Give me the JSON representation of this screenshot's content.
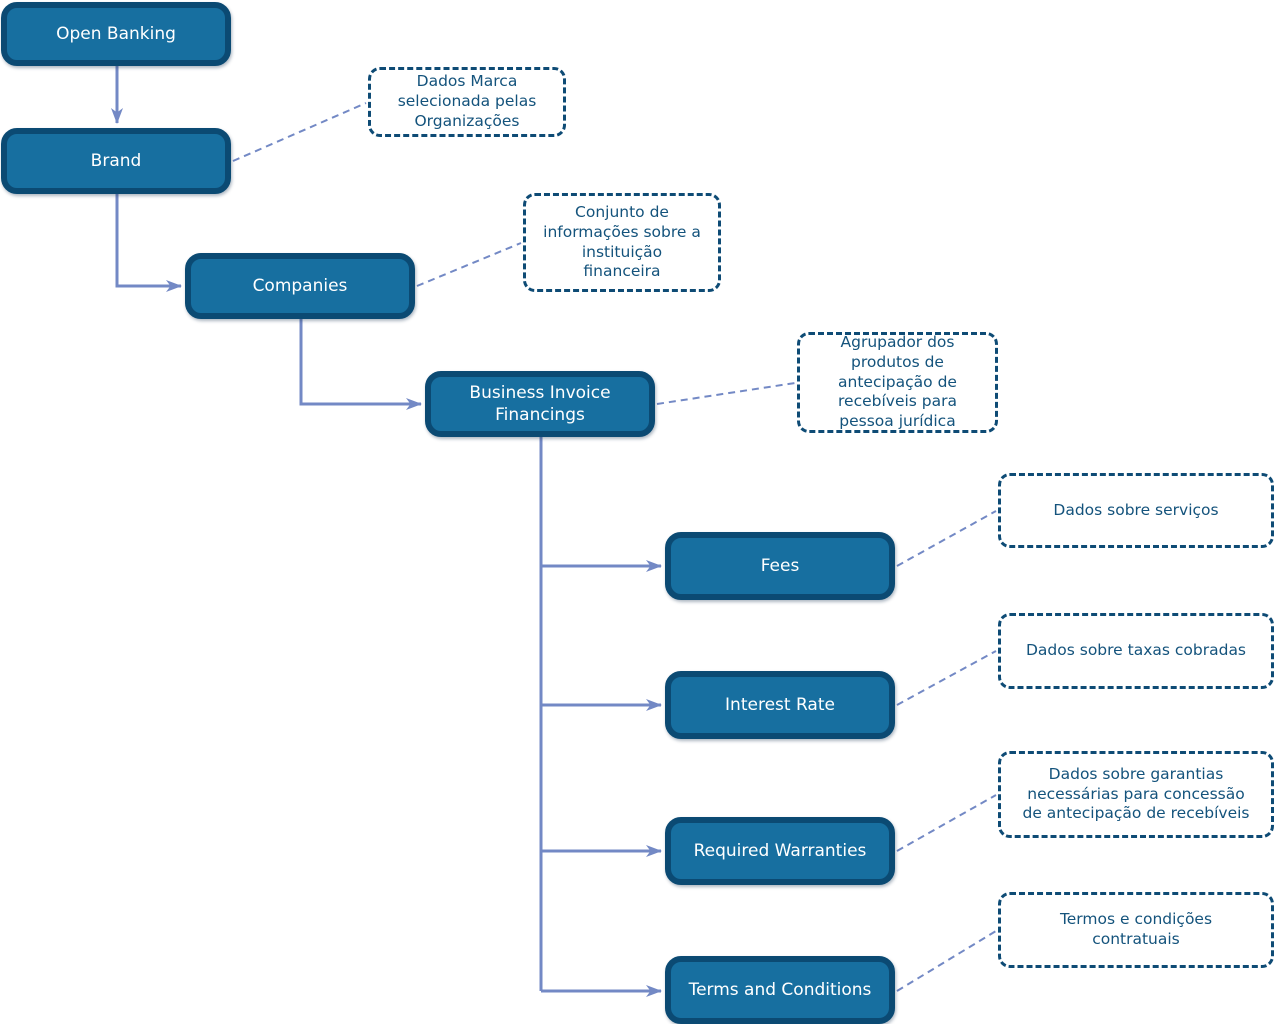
{
  "diagram": {
    "nodes": [
      {
        "id": "open-banking",
        "label": "Open Banking"
      },
      {
        "id": "brand",
        "label": "Brand"
      },
      {
        "id": "companies",
        "label": "Companies"
      },
      {
        "id": "business-invoice-financings",
        "label": "Business Invoice\nFinancings"
      },
      {
        "id": "fees",
        "label": "Fees"
      },
      {
        "id": "interest-rate",
        "label": "Interest Rate"
      },
      {
        "id": "required-warranties",
        "label": "Required Warranties"
      },
      {
        "id": "terms-and-conditions",
        "label": "Terms and Conditions"
      }
    ],
    "notes": [
      {
        "id": "brand-note",
        "text": "Dados Marca\nselecionada pelas\nOrganizações"
      },
      {
        "id": "companies-note",
        "text": "Conjunto de\ninformações sobre a\ninstituição\nfinanceira"
      },
      {
        "id": "business-invoice-financings-note",
        "text": "Agrupador dos\nprodutos de\nantecipação de\nrecebíveis para\npessoa jurídica"
      },
      {
        "id": "fees-note",
        "text": "Dados sobre serviços"
      },
      {
        "id": "interest-rate-note",
        "text": "Dados sobre taxas cobradas"
      },
      {
        "id": "required-warranties-note",
        "text": "Dados sobre garantias\nnecessárias para concessão\nde antecipação de recebíveis"
      },
      {
        "id": "terms-and-conditions-note",
        "text": "Termos e condições\ncontratuais"
      }
    ],
    "colors": {
      "node_fill": "#176FA0",
      "node_border": "#0B4A73",
      "node_text": "#FFFFFF",
      "note_border": "#0E4B75",
      "note_text": "#14537C",
      "connector": "#7389C5",
      "background": "#FFFFFF"
    }
  }
}
